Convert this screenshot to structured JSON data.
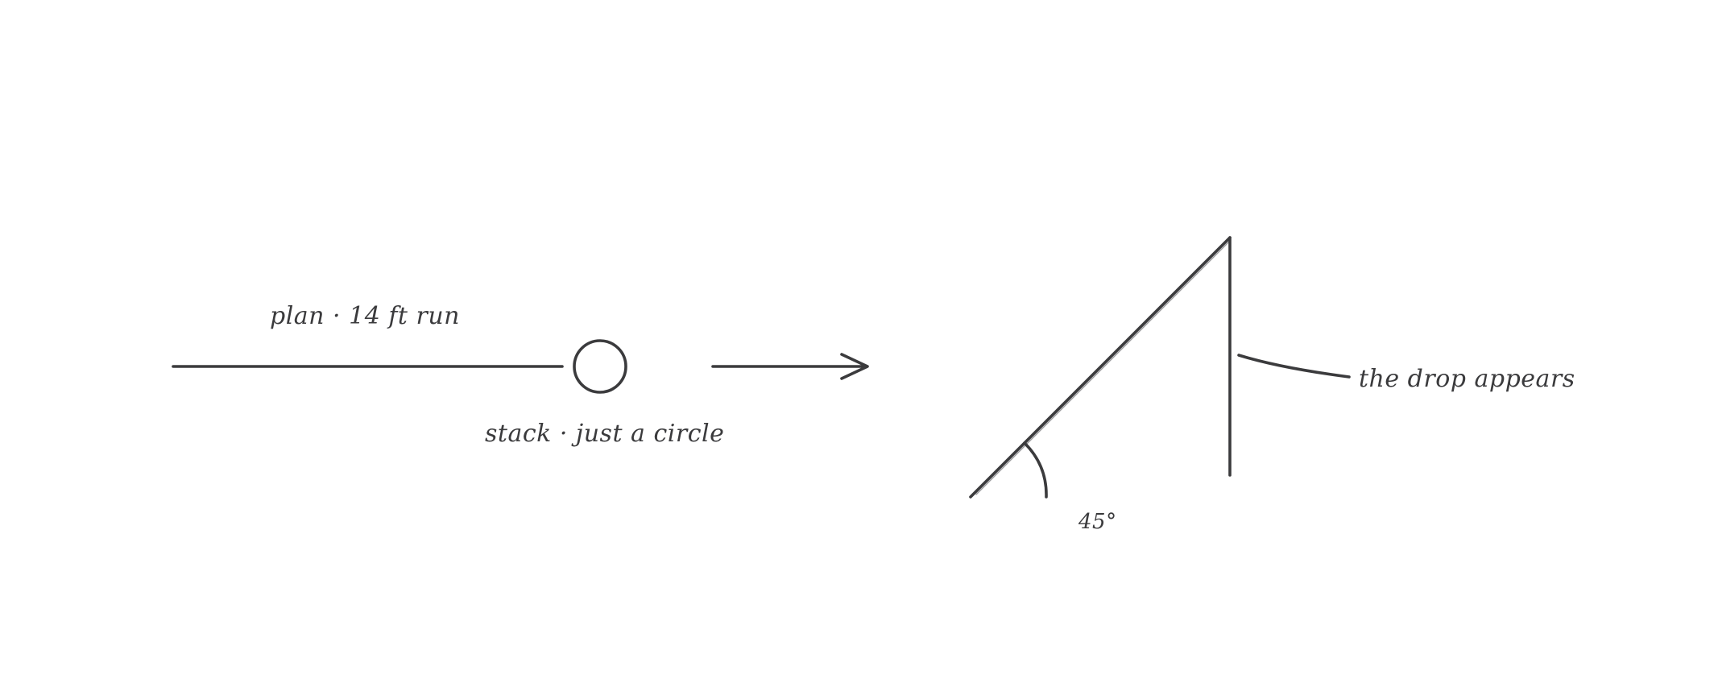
{
  "labels": {
    "plan": "plan · 14 ft run",
    "stack": "stack · just a circle",
    "drop": "the drop appears",
    "angle": "45°"
  },
  "colors": {
    "ink": "#3b3b3d",
    "background": "#ffffff"
  }
}
